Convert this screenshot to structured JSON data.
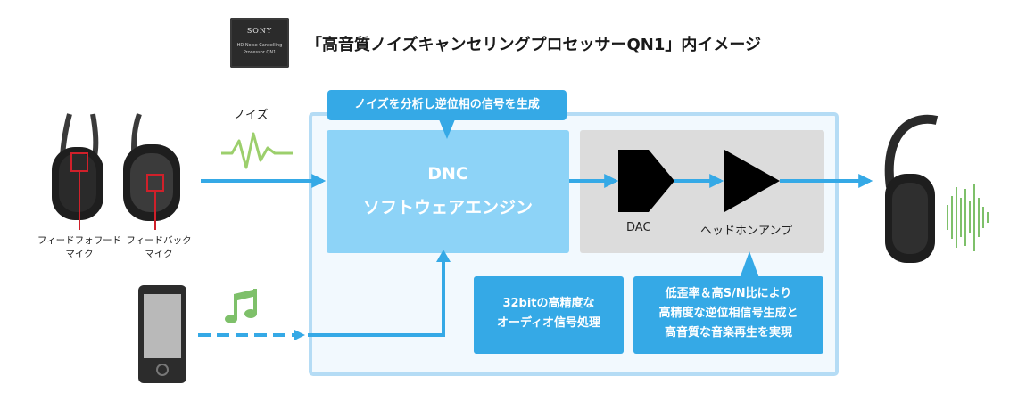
{
  "chip": {
    "brand": "SONY",
    "line1": "HD Noise Cancelling",
    "line2": "Processor QN1"
  },
  "title": "「高音質ノイズキャンセリングプロセッサーQN1」内イメージ",
  "noise_label": "ノイズ",
  "mics": {
    "feedforward_line1": "フィードフォワード",
    "feedforward_line2": "マイク",
    "feedback_line1": "フィードバック",
    "feedback_line2": "マイク"
  },
  "callout": "ノイズを分析し逆位相の信号を生成",
  "dnc": {
    "line1": "DNC",
    "line2": "ソフトウェアエンジン"
  },
  "dac_label": "DAC",
  "amp_label": "ヘッドホンアンプ",
  "info_left": {
    "line1": "32bitの高精度な",
    "line2": "オーディオ信号処理"
  },
  "info_right": {
    "line1": "低歪率＆高S/N比により",
    "line2": "高精度な逆位相信号生成と",
    "line3": "高音質な音楽再生を実現"
  },
  "colors": {
    "accent_blue": "#35a9e6",
    "light_blue": "#8dd3f7",
    "box_border": "#b5dcf5",
    "noise_green": "#9ccf6c",
    "sound_green": "#7ec06a",
    "gray_panel": "#dcdcdc",
    "mic_red": "#d0202a"
  },
  "icons": [
    "sony-qn1-chip-icon",
    "headphone-earcup-outer-icon",
    "headphone-earcup-inner-icon",
    "noise-wave-icon",
    "music-note-icon",
    "smartphone-icon",
    "dac-symbol-icon",
    "amp-triangle-icon",
    "headphone-side-icon",
    "sound-wave-icon"
  ]
}
